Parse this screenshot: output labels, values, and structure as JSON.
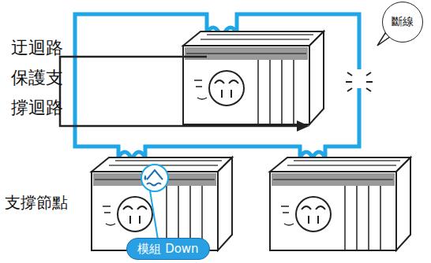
{
  "diagram": {
    "nodes": [
      {
        "text": [
          "斷線"
        ]
      },
      {
        "text": [
          "模組 Down"
        ]
      }
    ],
    "labels": [
      "迂迴路 保護支 撐迴路",
      "支撐節點"
    ]
  }
}
